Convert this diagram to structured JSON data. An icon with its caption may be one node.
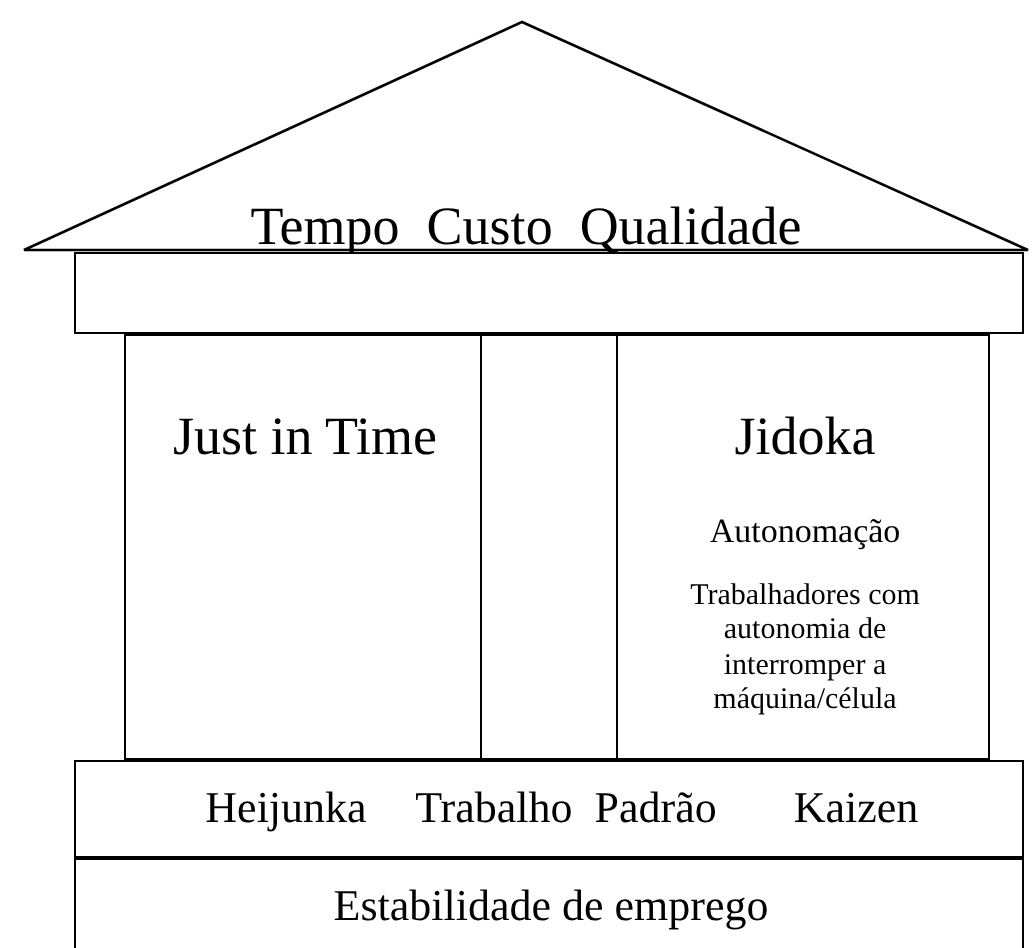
{
  "diagram": {
    "nodes": [
      {
        "text": [
          "Tempo  Custo  Qualidade"
        ]
      },
      {
        "text": [],
        "shape": "box"
      },
      {
        "text": [
          "Just in Time"
        ]
      },
      {
        "text": [],
        "shape": "box"
      },
      {
        "text": [
          "Jidoka",
          "Autonomação",
          "Trabalhadores com autonomia de interromper a máquina/célula"
        ]
      },
      {
        "text": [
          "Heijunka",
          "Trabalho  Padrão",
          "Kaizen"
        ]
      },
      {
        "text": [
          "Estabilidade de emprego"
        ]
      }
    ],
    "edges": []
  }
}
